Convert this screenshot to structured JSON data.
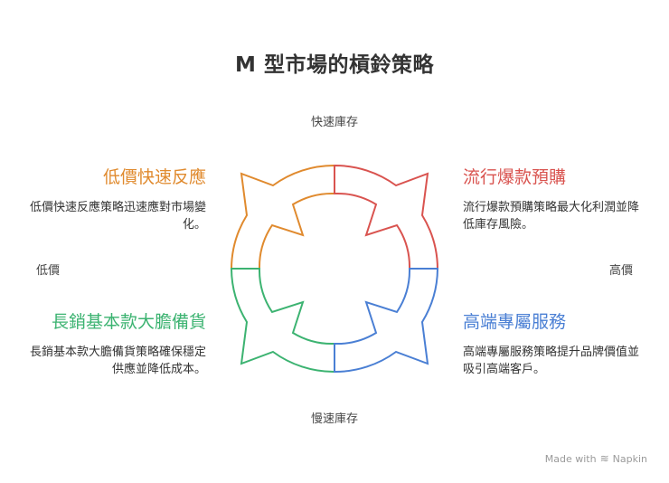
{
  "title": "M 型市場的槓鈴策略",
  "axes": {
    "top": "快速庫存",
    "bottom": "慢速庫存",
    "left": "低價",
    "right": "高價"
  },
  "quadrants": [
    {
      "id": "top-left",
      "title": "低價快速反應",
      "description": "低價快速反應策略迅速應對市場變化。",
      "color": "#e08a2e"
    },
    {
      "id": "top-right",
      "title": "流行爆款預購",
      "description": "流行爆款預購策略最大化利潤並降低庫存風險。",
      "color": "#d9534f"
    },
    {
      "id": "bottom-left",
      "title": "長銷基本款大膽備貨",
      "description": "長銷基本款大膽備貨策略確保穩定供應並降低成本。",
      "color": "#3cb371"
    },
    {
      "id": "bottom-right",
      "title": "高端專屬服務",
      "description": "高端專屬服務策略提升品牌價值並吸引高端客戶。",
      "color": "#4a7fd4"
    }
  ],
  "footer": {
    "made_with": "Made with",
    "brand": "Napkin"
  }
}
